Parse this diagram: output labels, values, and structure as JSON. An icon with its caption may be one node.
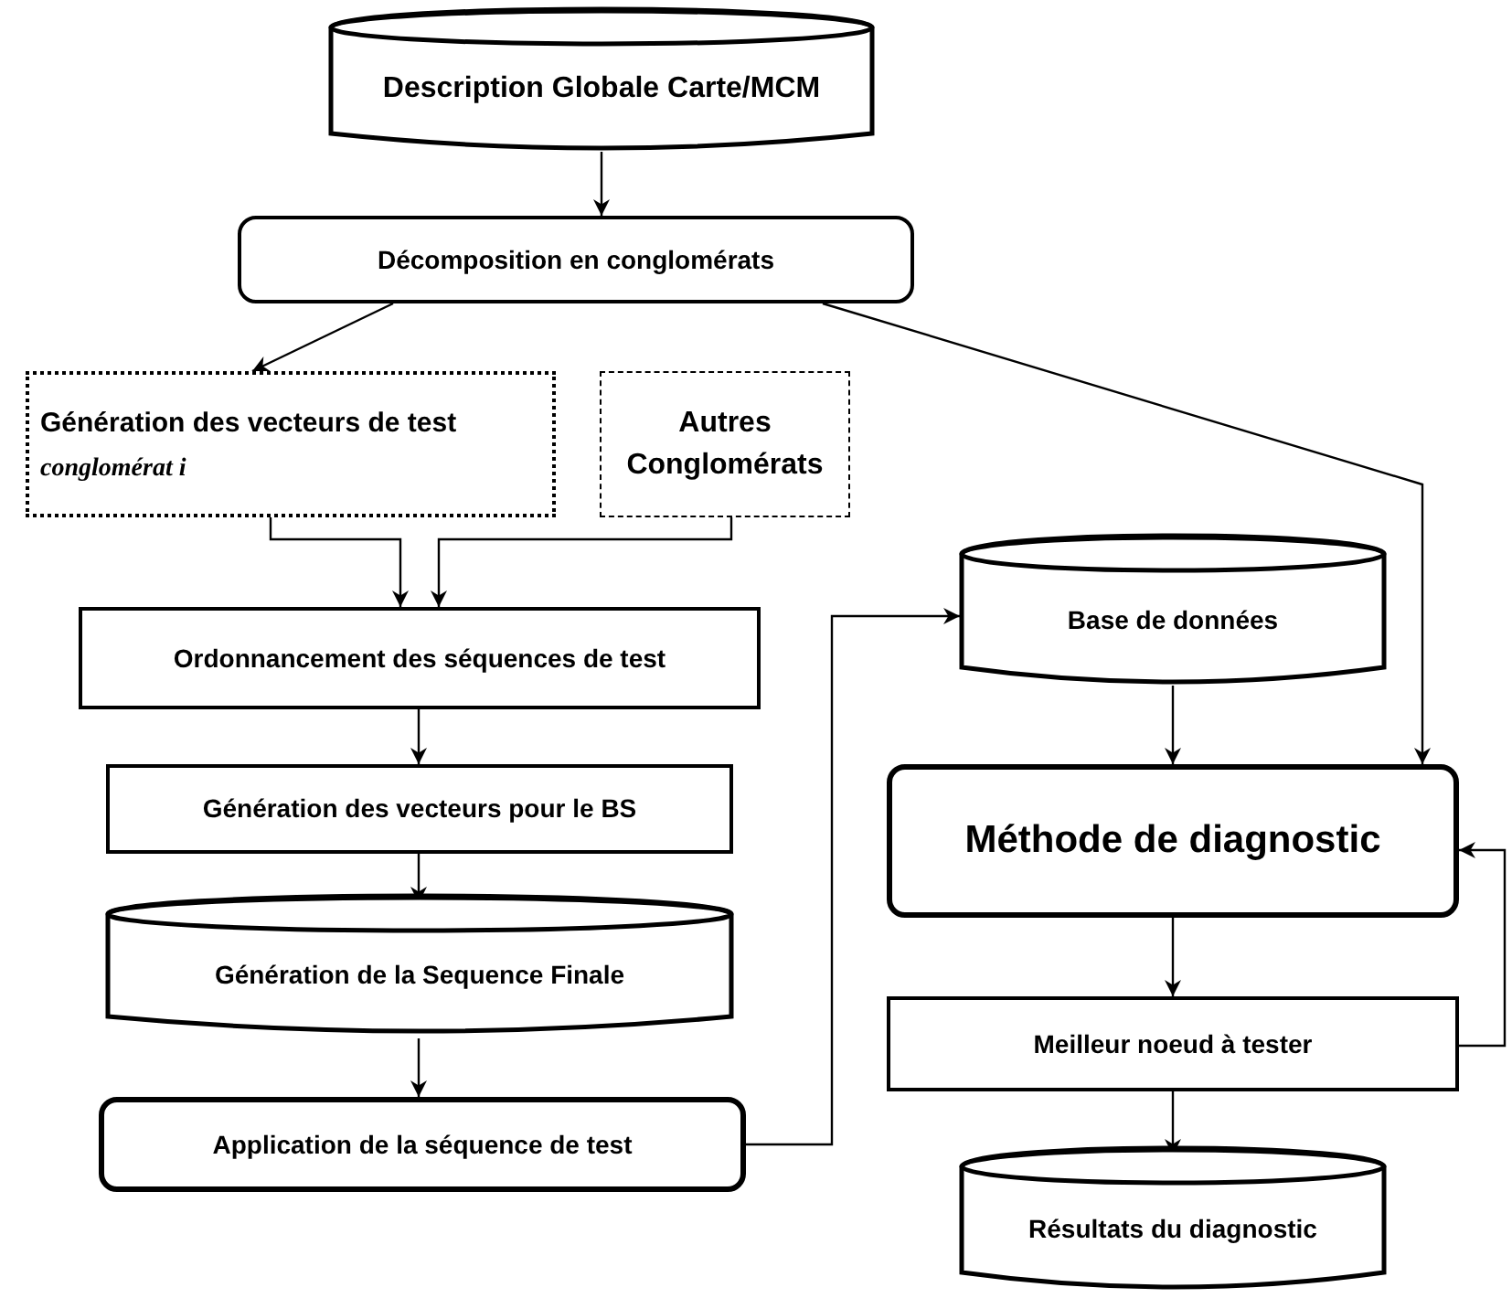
{
  "diagram": {
    "nodes": [
      {
        "text": [
          "Description Globale Carte/MCM"
        ]
      },
      {
        "text": [
          "Décomposition en conglomérats"
        ]
      },
      {
        "text": [
          "Génération des vecteurs de test",
          "conglomérat i"
        ]
      },
      {
        "text": [
          "Autres Conglomérats"
        ]
      },
      {
        "text": [
          "Ordonnancement des séquences de test"
        ]
      },
      {
        "text": [
          "Génération des vecteurs pour le BS"
        ]
      },
      {
        "text": [
          "Génération de la Sequence Finale"
        ]
      },
      {
        "text": [
          "Application de la séquence de test"
        ]
      },
      {
        "text": [
          "Base de données"
        ]
      },
      {
        "text": [
          "Méthode de diagnostic"
        ]
      },
      {
        "text": [
          "Meilleur noeud à tester"
        ]
      },
      {
        "text": [
          "Résultats du diagnostic"
        ]
      }
    ],
    "edges": [
      {
        "from": 0,
        "to": 1,
        "arrow": "to"
      },
      {
        "from": 1,
        "to": 2,
        "arrow": "to"
      },
      {
        "from": 1,
        "to": 9,
        "arrow": "to"
      },
      {
        "from": 2,
        "to": 4,
        "arrow": "to"
      },
      {
        "from": 3,
        "to": 4,
        "arrow": "to"
      },
      {
        "from": 4,
        "to": 5,
        "arrow": "to"
      },
      {
        "from": 5,
        "to": 6,
        "arrow": "to"
      },
      {
        "from": 6,
        "to": 7,
        "arrow": "to"
      },
      {
        "from": 7,
        "to": 8,
        "arrow": "to"
      },
      {
        "from": 8,
        "to": 9,
        "arrow": "to"
      },
      {
        "from": 9,
        "to": 10,
        "arrow": "to"
      },
      {
        "from": 10,
        "to": 11,
        "arrow": "to"
      },
      {
        "from": 10,
        "to": 9,
        "arrow": "to"
      }
    ]
  }
}
